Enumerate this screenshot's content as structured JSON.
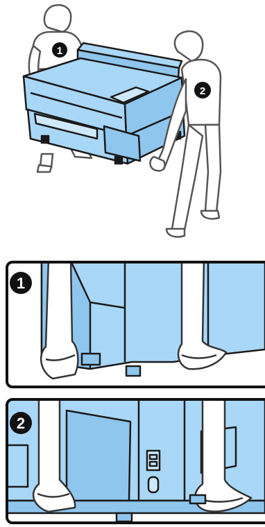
{
  "figure": {
    "overview": {
      "person_1_marker": "1",
      "person_2_marker": "2"
    },
    "detail_1": {
      "marker": "1"
    },
    "detail_2": {
      "marker": "2"
    }
  },
  "colors": {
    "printer_body": "#a9d7f7",
    "printer_shade": "#8fc6ee",
    "outline": "#1a1a1a",
    "person_fill": "#ffffff",
    "person_outline": "#555555",
    "badge": "#111111",
    "frame": "#111111"
  }
}
